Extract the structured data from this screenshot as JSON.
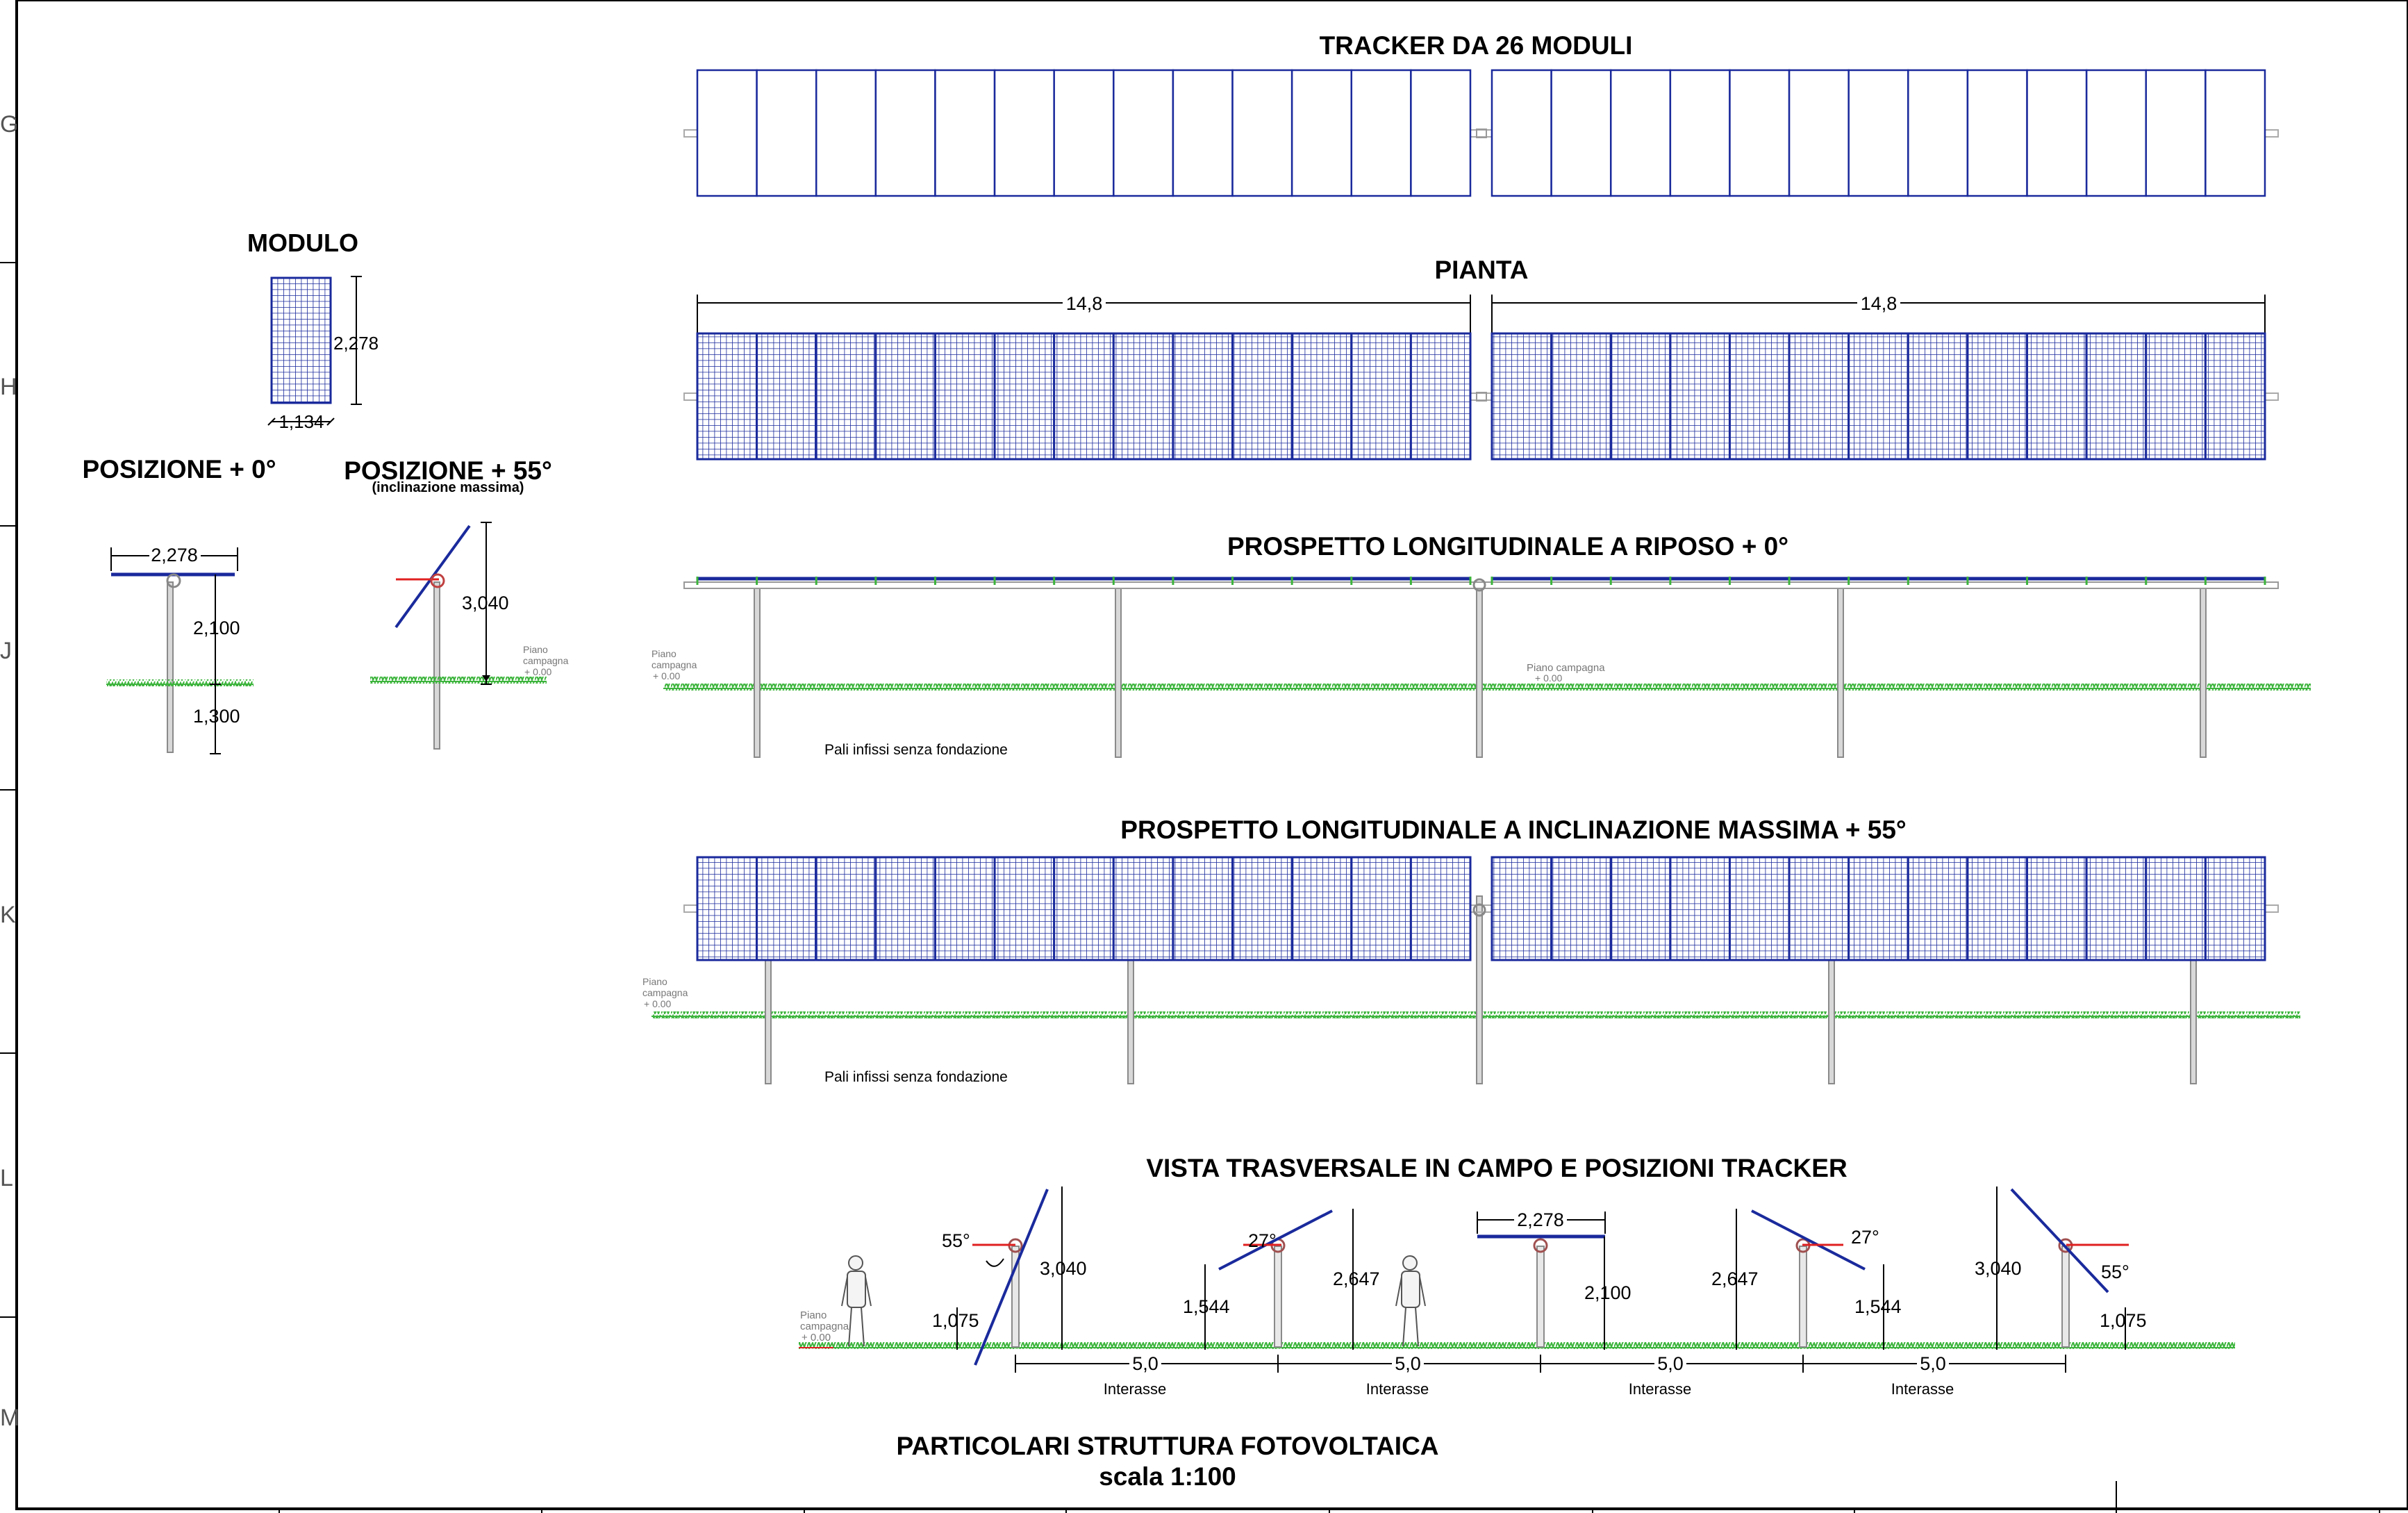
{
  "border": {
    "row_letters": [
      "G",
      "H",
      "J",
      "K",
      "L",
      "M"
    ]
  },
  "titles": {
    "tracker": "TRACKER DA 26 MODULI",
    "modulo": "MODULO",
    "pianta": "PIANTA",
    "pos0": "POSIZIONE  + 0°",
    "pos55": "POSIZIONE  + 55°",
    "pos55_sub": "(inclinazione massima)",
    "prospetto_riposo": "PROSPETTO LONGITUDINALE A RIPOSO + 0°",
    "prospetto_incl": "PROSPETTO LONGITUDINALE A INCLINAZIONE MASSIMA + 55°",
    "vista": "VISTA TRASVERSALE IN CAMPO E POSIZIONI TRACKER",
    "sheet_title": "PARTICOLARI STRUTTURA FOTOVOLTAICA",
    "scale": "scala 1:100"
  },
  "modulo": {
    "height": "2,278",
    "width": "1,134"
  },
  "pianta": {
    "len_left": "14,8",
    "len_right": "14,8"
  },
  "pos0": {
    "width": "2,278",
    "above": "2,100",
    "below": "1,300"
  },
  "pos55": {
    "height": "3,040"
  },
  "labels": {
    "piano": "Piano",
    "campagna": "campagna",
    "quota": "+ 0.00",
    "piano_campagna": "Piano  campagna",
    "pali": "Pali infissi senza fondazione",
    "interasse": "Interasse"
  },
  "vista": {
    "angle55": "55°",
    "angle27": "27°",
    "h3040": "3,040",
    "h1075": "1,075",
    "h2647": "2,647",
    "h1544": "1,544",
    "w2278": "2,278",
    "h2100": "2,100",
    "spacing": "5,0"
  },
  "colors": {
    "module": "#1a2a9c",
    "grass": "#3cb43c",
    "marker": "#e02020",
    "steel": "#8a8a8a"
  }
}
